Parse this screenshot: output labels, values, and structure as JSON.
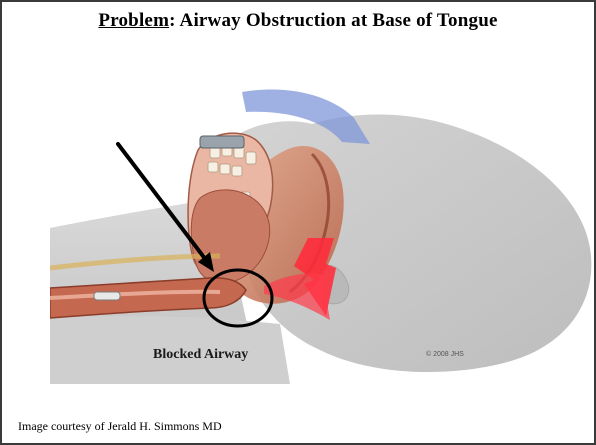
{
  "slide": {
    "title_prefix": "Problem",
    "title_rest": ": Airway Obstruction at Base of Tongue",
    "illustration_label": "Blocked Airway",
    "illustration_copyright": "© 2008 JHS",
    "credit": "Image courtesy of Jerald H. Simmons MD"
  },
  "illustration": {
    "subject": "side view of reclined head showing tongue blocking airway",
    "arrow_icon": "black-arrow-icon",
    "highlight_icon": "black-circle-icon",
    "airflow_icon": "red-airflow-arrow-icon",
    "motion_icon": "blue-curved-arrow-icon"
  },
  "colors": {
    "border": "#3a3a3a",
    "skin": "#c9c9c9",
    "tissue": "#d48a6a",
    "airflow_red": "#ff2a3a",
    "motion_blue": "#7f96d8"
  }
}
